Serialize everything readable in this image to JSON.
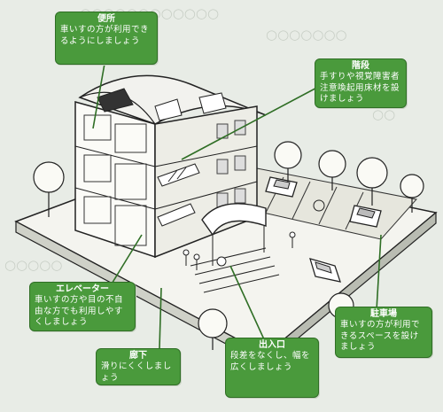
{
  "callouts": {
    "toilet": {
      "title": "便所",
      "body": "車いすの方が利用できるようにしましょう"
    },
    "stairs": {
      "title": "階段",
      "body": "手すりや視覚障害者注意喚起用床材を設けましょう"
    },
    "elevator": {
      "title": "エレベーター",
      "body": "車いすの方や目の不自由な方でも利用しやすくしましょう"
    },
    "corridor": {
      "title": "廊下",
      "body": "滑りにくくしましょう"
    },
    "entrance": {
      "title": "出入口",
      "body": "段差をなくし、幅を広くしましょう"
    },
    "parking": {
      "title": "駐車場",
      "body": "車いすの方が利用できるスペースを設けましょう"
    }
  },
  "colors": {
    "callout_fill": "#4a9a3c",
    "callout_border": "#2f6e25",
    "line": "#2f6e25"
  }
}
